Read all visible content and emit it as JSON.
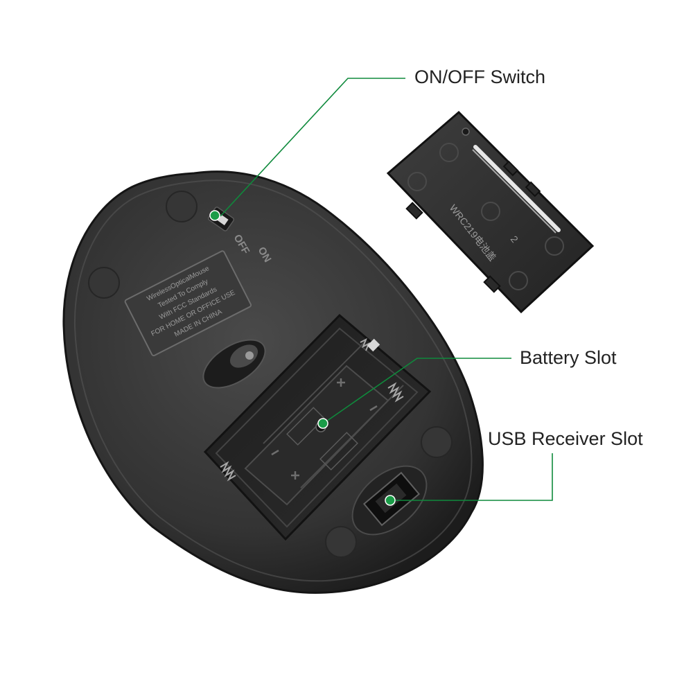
{
  "callouts": {
    "switch": "ON/OFF Switch",
    "battery": "Battery Slot",
    "usb": "USB Receiver Slot"
  },
  "mouse": {
    "switch_marks": [
      "OFF",
      "ON"
    ],
    "label_lines": [
      "WirelessOpticalMouse",
      "Tested To Comply",
      "With FCC Standards",
      "FOR HOME OR OFFICE USE",
      "MADE IN CHINA"
    ]
  },
  "cover": {
    "model_text": "WRC219电池盖",
    "number": "2"
  },
  "colors": {
    "callout_line": "#0f8a3c",
    "dot": "#1a9c48",
    "mouse_body": "#3a3a3a",
    "background": "#ffffff"
  },
  "icons": [
    "battery-plus-icon",
    "battery-minus-icon",
    "spring-icon"
  ]
}
